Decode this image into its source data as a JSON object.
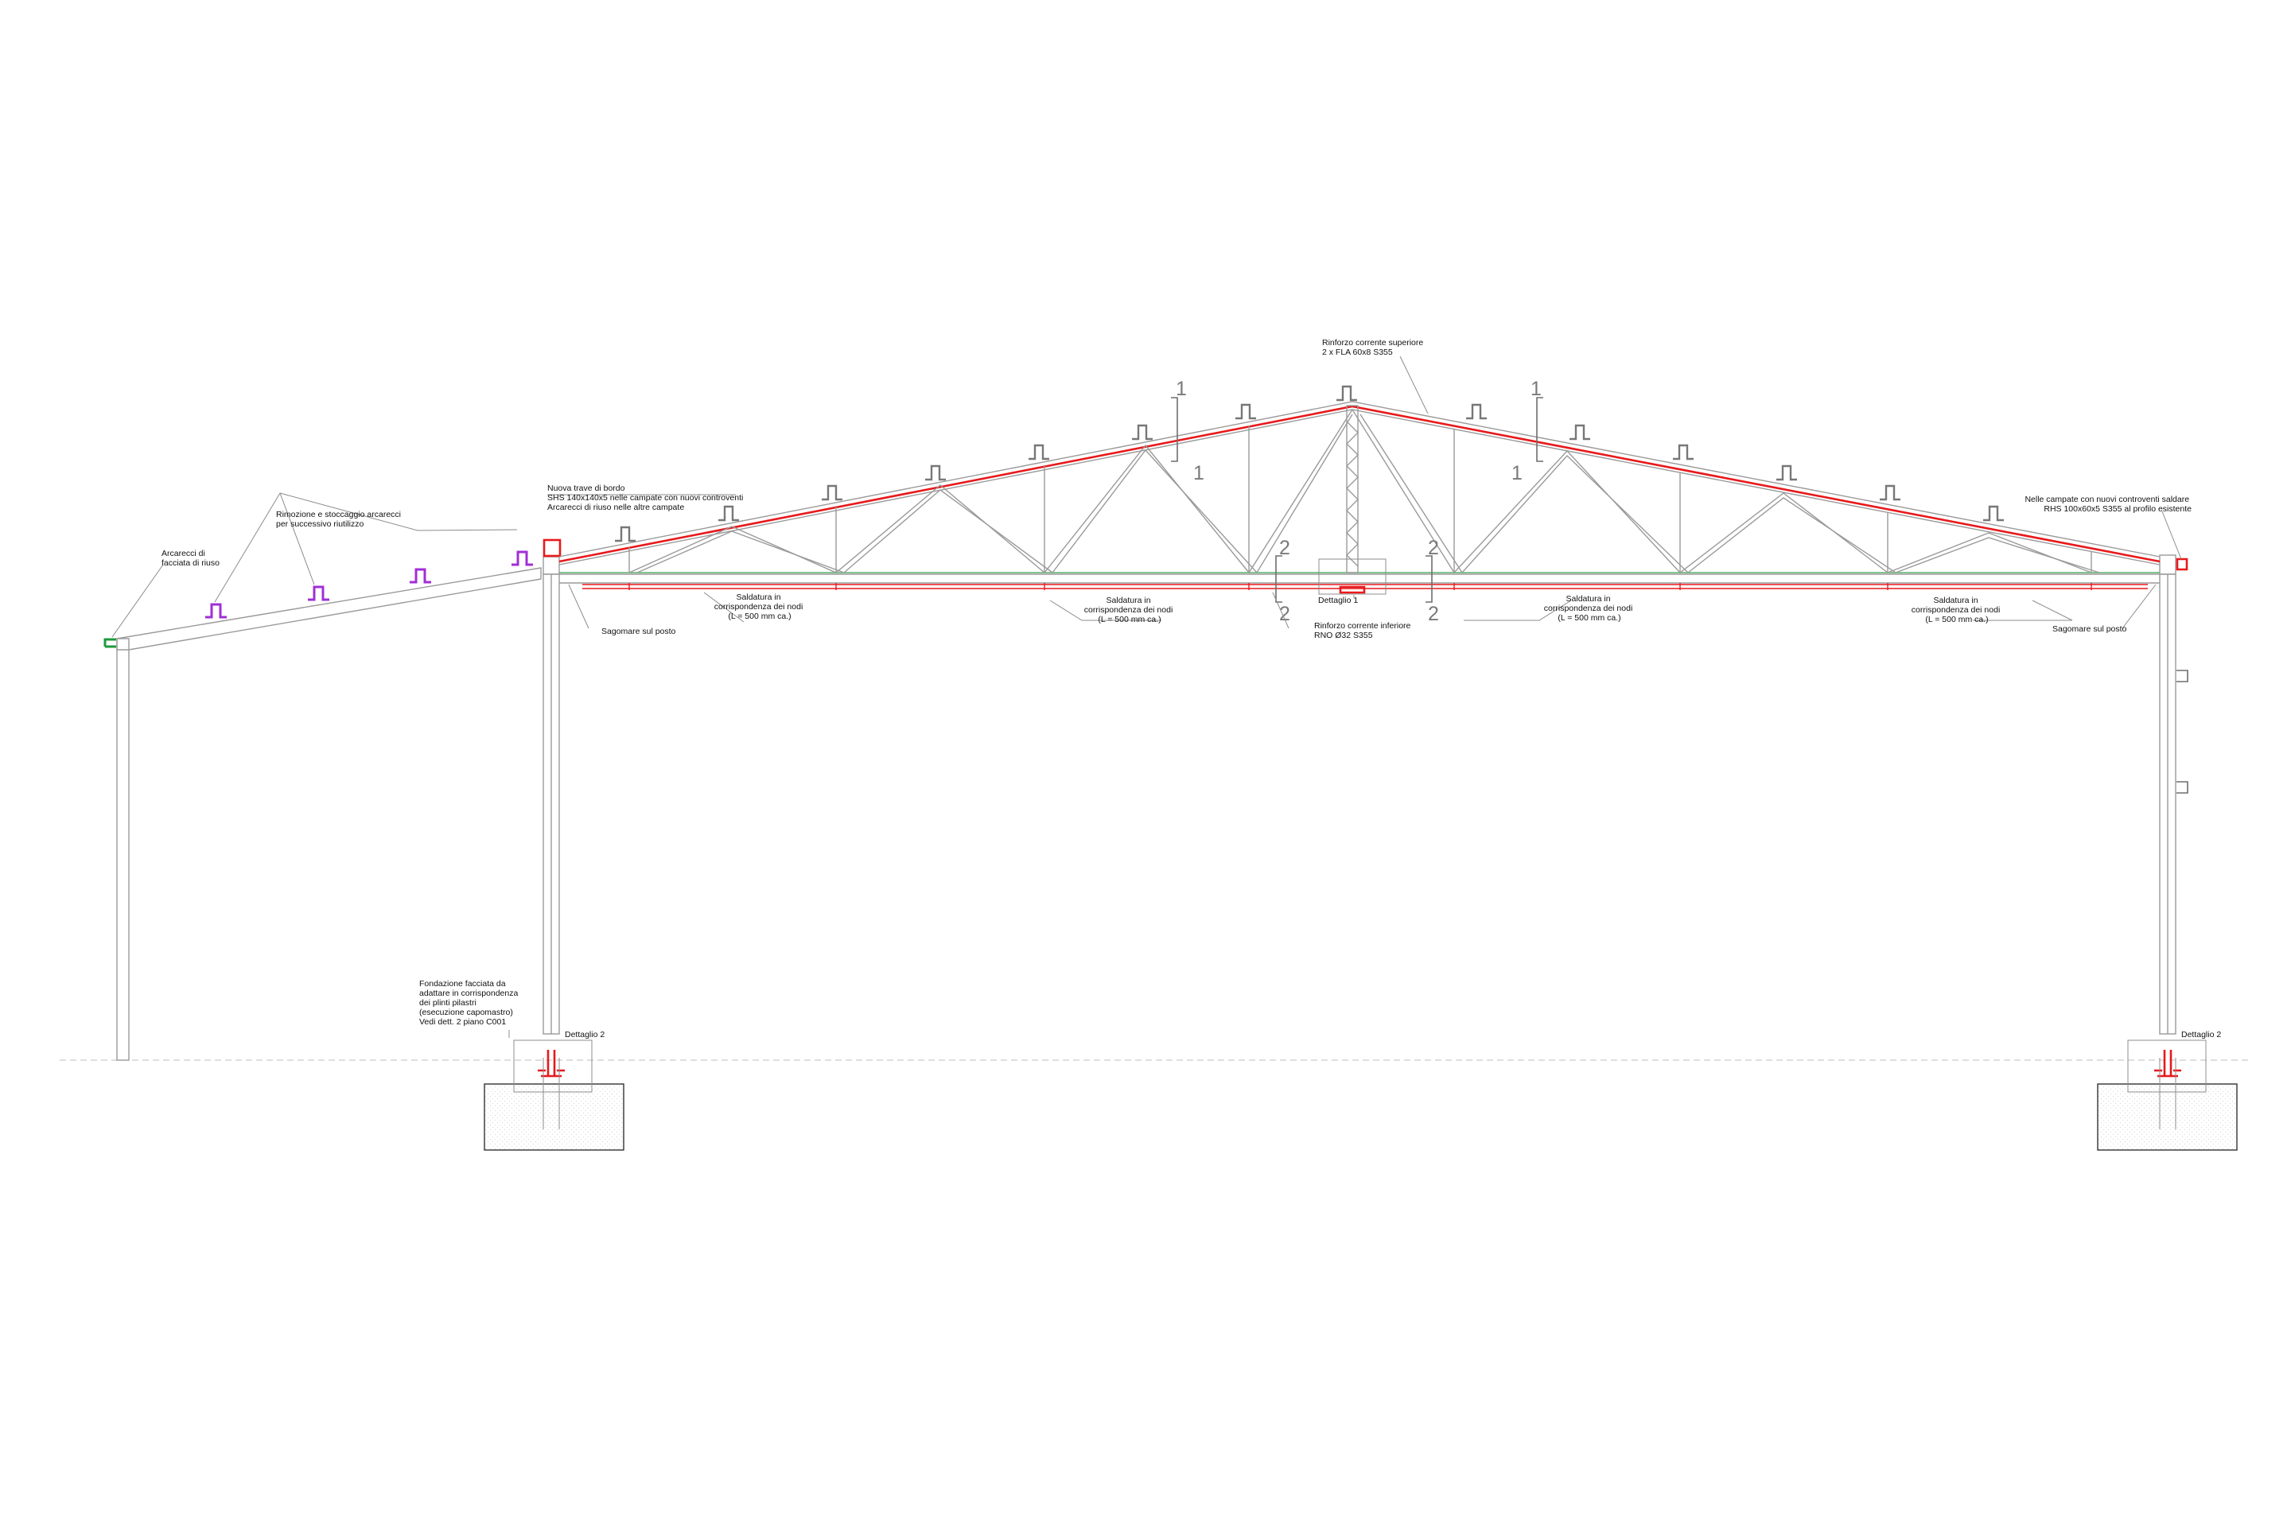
{
  "drawing": {
    "labels": {
      "arcarecci_facciata": [
        "Arcarecci di",
        "facciata di riuso"
      ],
      "rimozione": [
        "Rimozione e stoccaggio arcarecci",
        "per successivo riutilizzo"
      ],
      "nuova_trave": [
        "Nuova trave di bordo",
        "SHS 140x140x5 nelle campate con nuovi controventi",
        "Arcarecci di riuso nelle altre campate"
      ],
      "rinforzo_superiore": [
        "Rinforzo corrente superiore",
        "2 x FLA 60x8 S355"
      ],
      "nelle_campate": [
        "Nelle campate con nuovi controventi saldare",
        "RHS 100x60x5 S355 al profilo esistente"
      ],
      "saldatura_1": [
        "Saldatura in",
        "corrispondenza dei nodi",
        "(L = 500 mm ca.)"
      ],
      "saldatura_2": [
        "Saldatura in",
        "corrispondenza dei nodi",
        "(L = 500 mm ca.)"
      ],
      "saldatura_3": [
        "Saldatura in",
        "corrispondenza dei nodi",
        "(L = 500 mm ca.)"
      ],
      "saldatura_4": [
        "Saldatura in",
        "corrispondenza dei nodi",
        "(L = 500 mm ca.)"
      ],
      "dettaglio_1": "Dettaglio 1",
      "rinforzo_inferiore": [
        "Rinforzo corrente inferiore",
        "RNO Ø32 S355"
      ],
      "sagomare_left": "Sagomare sul posto",
      "sagomare_right": "Sagomare sul posto",
      "fondazione": [
        "Fondazione facciata da",
        "adattare in corrispondenza",
        "dei plinti pilastri",
        "(esecuzione capomastro)",
        "Vedi dett. 2 piano C001"
      ],
      "dettaglio_2_left": "Dettaglio 2",
      "dettaglio_2_right": "Dettaglio 2"
    },
    "section_marks": {
      "sec1_left_top": "1",
      "sec1_left_bottom": "1",
      "sec1_right_top": "1",
      "sec1_right_bottom": "1",
      "sec2_left_top": "2",
      "sec2_left_bottom": "2",
      "sec2_right_top": "2",
      "sec2_right_bottom": "2"
    },
    "colors": {
      "steel": "#9a9a9a",
      "reinforcement": "#e8191c",
      "purlin_reuse": "#a02fd6",
      "facade_purlin": "#1e9b3c",
      "purlin": "#777777",
      "foundation": "#333333"
    }
  }
}
